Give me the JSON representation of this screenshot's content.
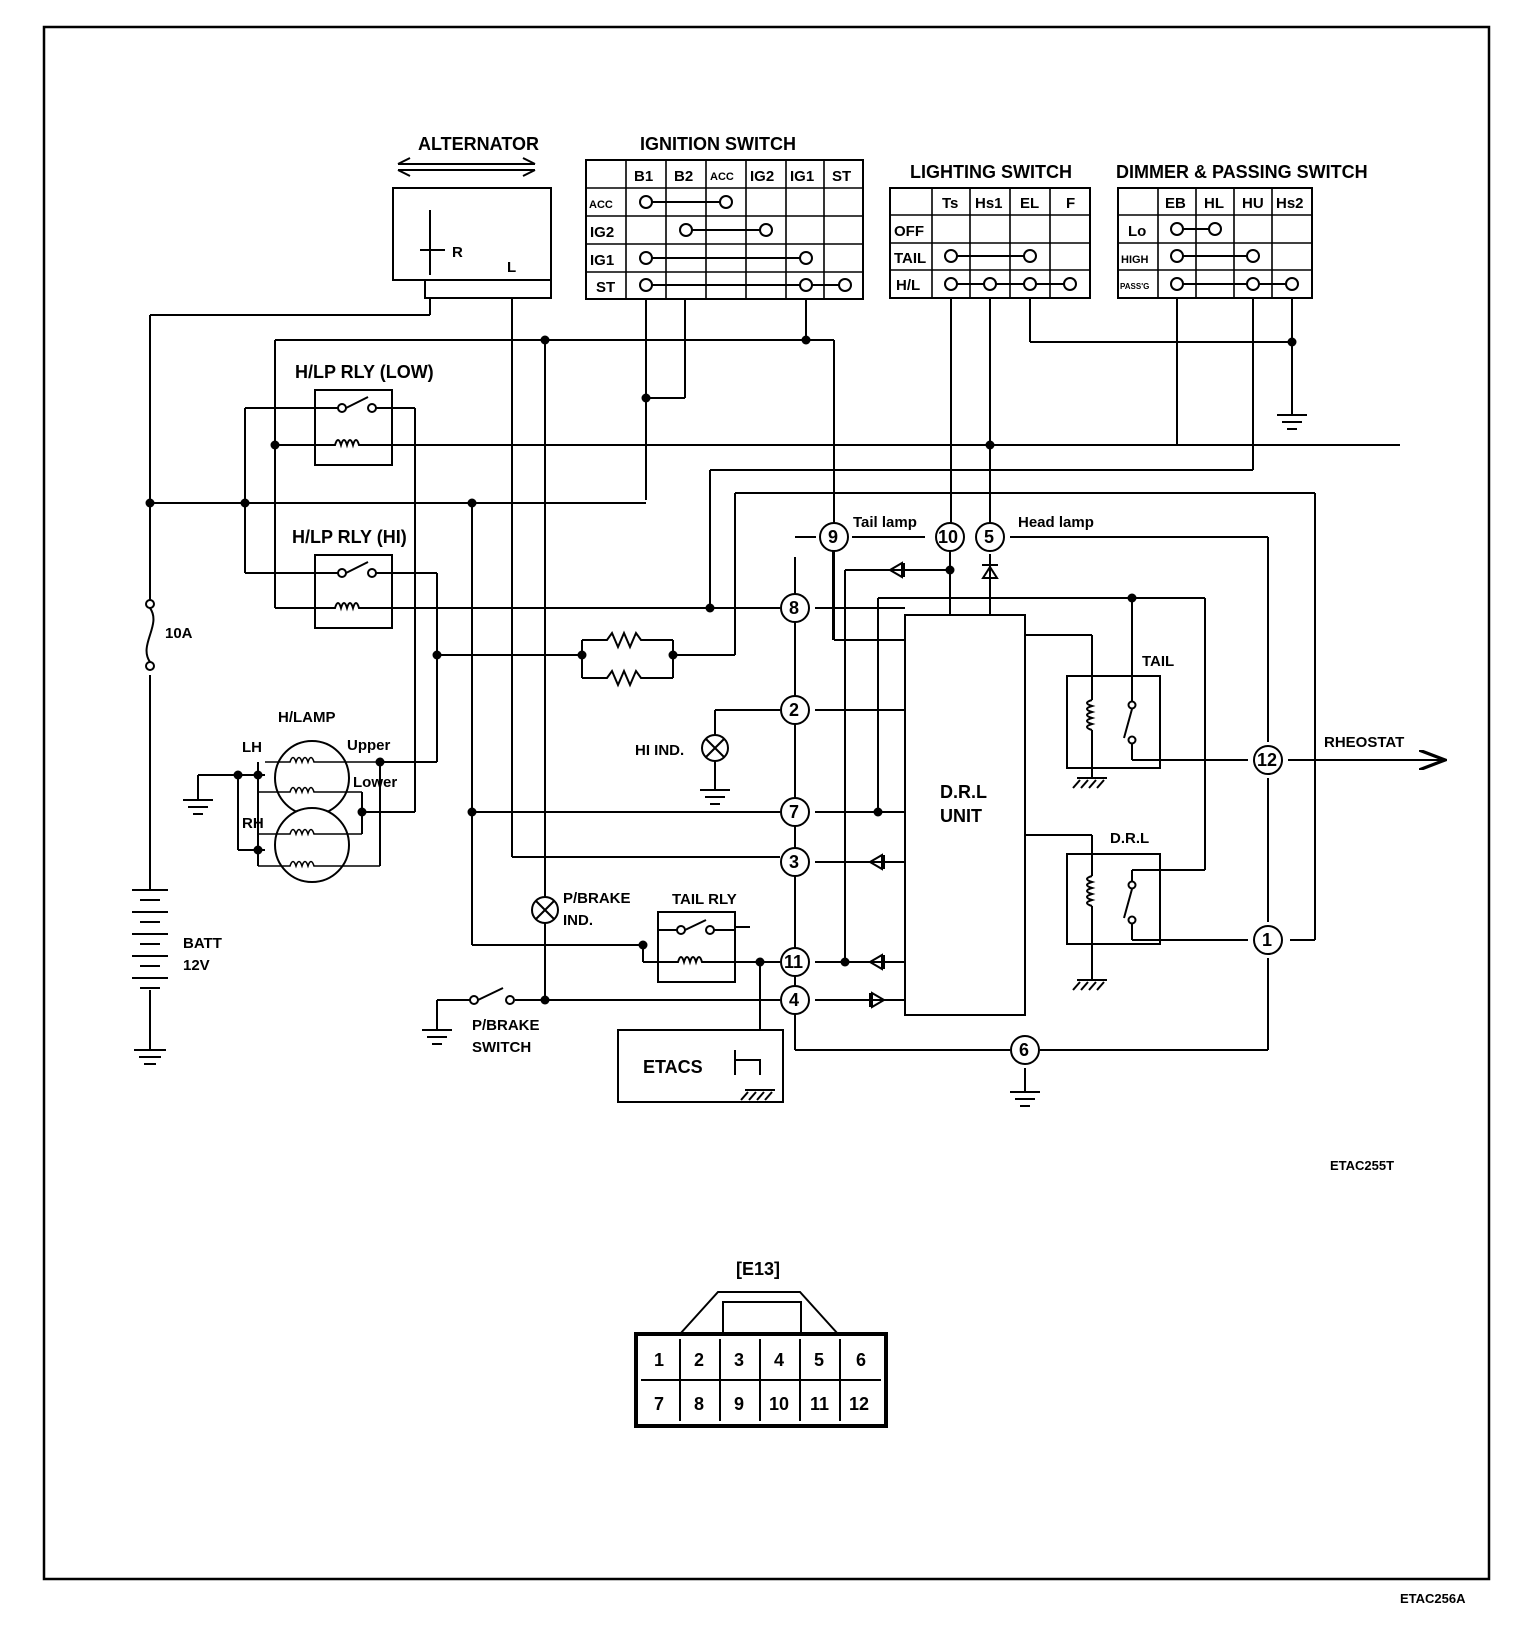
{
  "codes": {
    "inner": "ETAC255T",
    "outer": "ETAC256A"
  },
  "alternator": {
    "title": "ALTERNATOR",
    "terminal_r": "R",
    "terminal_l": "L"
  },
  "ignition_switch": {
    "title": "IGNITION SWITCH",
    "cols": [
      "B1",
      "B2",
      "ACC",
      "IG2",
      "IG1",
      "ST"
    ],
    "rows": [
      "ACC",
      "IG2",
      "IG1",
      "ST"
    ]
  },
  "lighting_switch": {
    "title": "LIGHTING SWITCH",
    "cols": [
      "Ts",
      "Hs1",
      "EL",
      "F"
    ],
    "rows": [
      "OFF",
      "TAIL",
      "H/L"
    ]
  },
  "dimmer_switch": {
    "title": "DIMMER & PASSING SWITCH",
    "cols": [
      "EB",
      "HL",
      "HU",
      "Hs2"
    ],
    "rows": [
      "Lo",
      "HIGH",
      "PASS'G"
    ]
  },
  "relays": {
    "low": "H/LP RLY (LOW)",
    "hi": "H/LP RLY (HI)",
    "tail_rly": "TAIL RLY"
  },
  "fuse": "10A",
  "headlamp": {
    "title": "H/LAMP",
    "lh": "LH",
    "rh": "RH",
    "upper": "Upper",
    "lower": "Lower"
  },
  "battery": {
    "label": "BATT",
    "voltage": "12V"
  },
  "indicators": {
    "hi_ind": "HI IND.",
    "pbrake_ind_1": "P/BRAKE",
    "pbrake_ind_2": "IND."
  },
  "pbrake_switch": {
    "line1": "P/BRAKE",
    "line2": "SWITCH"
  },
  "etacs": "ETACS",
  "drl_unit": {
    "line1": "D.R.L",
    "line2": "UNIT"
  },
  "labels": {
    "tail_lamp": "Tail lamp",
    "head_lamp": "Head lamp",
    "tail": "TAIL",
    "drl": "D.R.L",
    "rheostat": "RHEOSTAT"
  },
  "pins": [
    "9",
    "10",
    "5",
    "8",
    "2",
    "7",
    "3",
    "11",
    "4",
    "6",
    "12",
    "1"
  ],
  "connector": {
    "name": "[E13]",
    "row1": [
      "1",
      "2",
      "3",
      "4",
      "5",
      "6"
    ],
    "row2": [
      "7",
      "8",
      "9",
      "10",
      "11",
      "12"
    ]
  }
}
